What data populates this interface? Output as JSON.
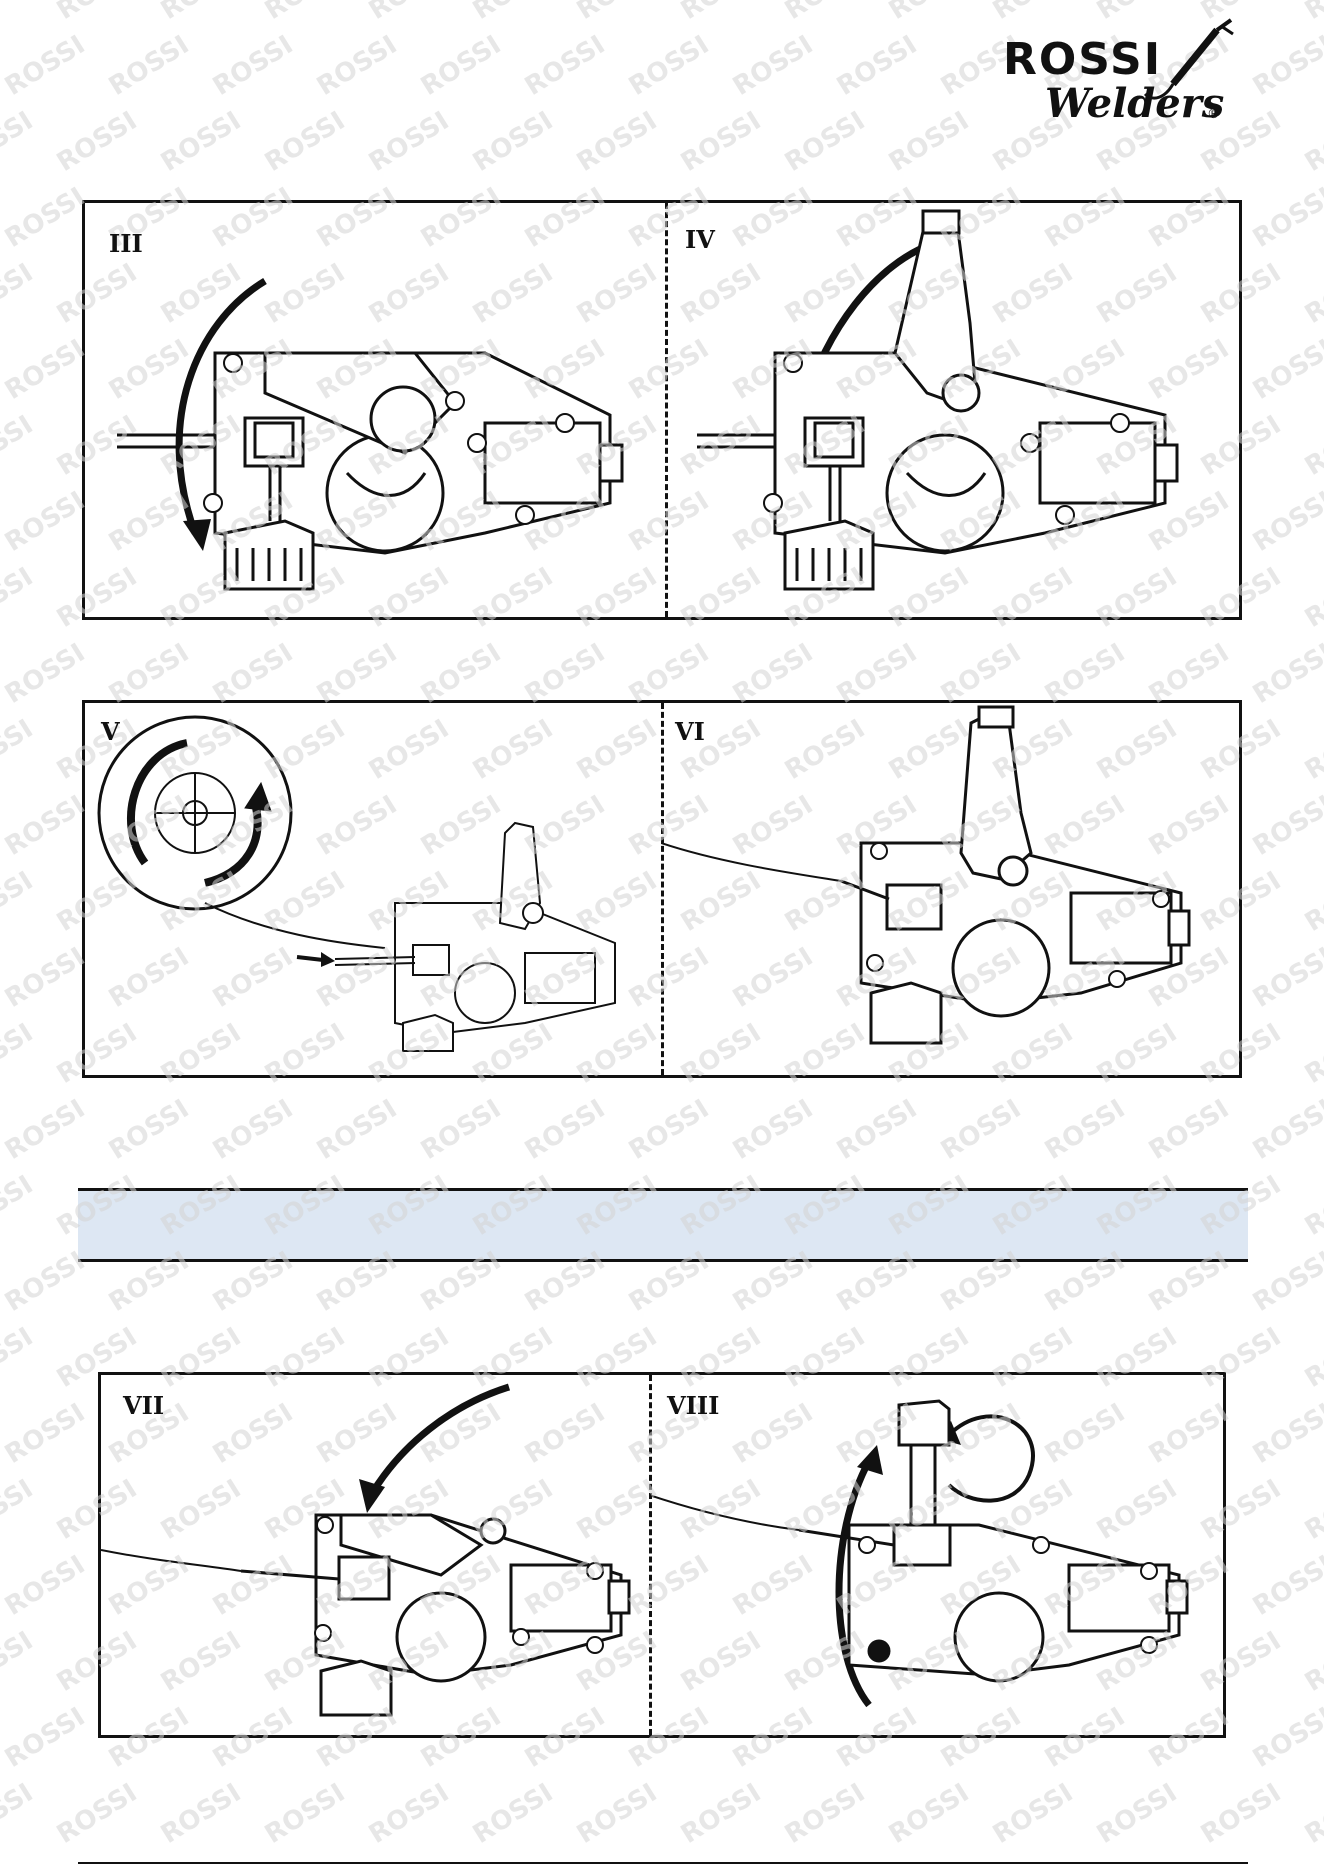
{
  "brand": {
    "line1": "ROSSI",
    "line2": "Welders",
    "registered": "®"
  },
  "watermark": {
    "text": "ROSSI"
  },
  "panels": [
    {
      "left_label": "III",
      "right_label": "IV"
    },
    {
      "left_label": "V",
      "right_label": "VI"
    },
    {
      "left_label": "VII",
      "right_label": "VIII"
    }
  ],
  "band": {
    "text": ""
  },
  "colors": {
    "band_fill": "#dde7f3",
    "line": "#111111"
  }
}
